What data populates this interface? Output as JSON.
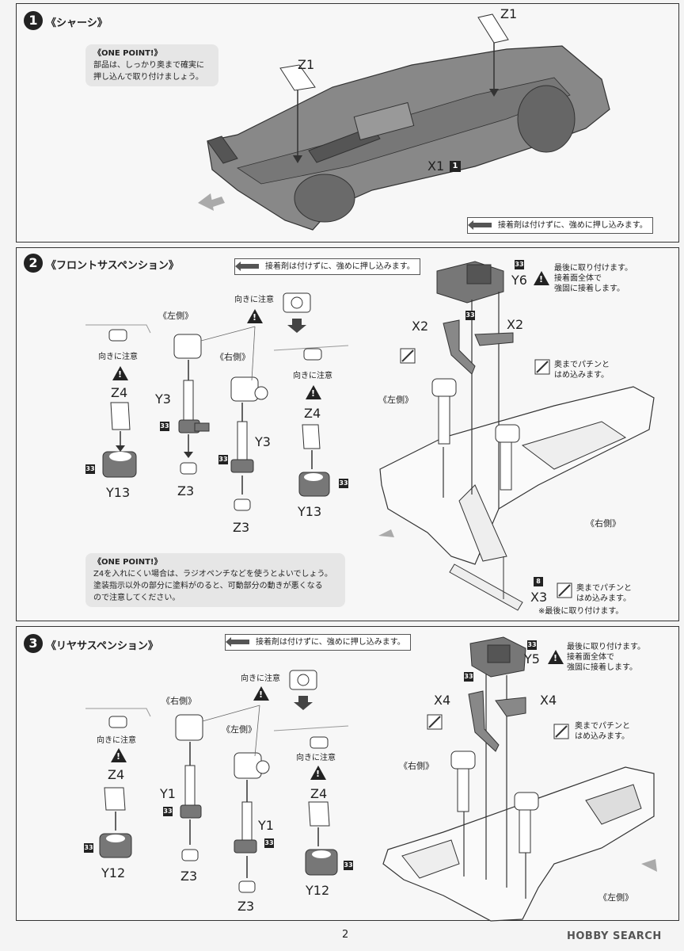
{
  "step1": {
    "num": "1",
    "title": "《シャーシ》",
    "one_point_title": "《ONE POINT!》",
    "one_point_text": [
      "部品は、しっかり奥まで確実に",
      "押し込んで取り付けましょう。"
    ],
    "part_z1_a": "Z1",
    "part_z1_b": "Z1",
    "part_x1": "X1",
    "part_x1_paint": "1",
    "glue_note": "接着剤は付けずに、強めに押し込みます。"
  },
  "step2": {
    "num": "2",
    "title": "《フロントサスペンション》",
    "glue_note": "接着剤は付けずに、強めに押し込みます。",
    "left_side": "《左側》",
    "right_side": "《右側》",
    "right_side2": "《右側》",
    "left_side2": "《左側》",
    "caution_dir": "向きに注意",
    "caution_dir_a": "向きに注意",
    "caution_dir_b": "向きに注意",
    "z4_a": "Z4",
    "z4_b": "Z4",
    "y13_a": "Y13",
    "y13_b": "Y13",
    "y3_a": "Y3",
    "y3_b": "Y3",
    "z3_a": "Z3",
    "z3_b": "Z3",
    "paint33": "33",
    "x2_a": "X2",
    "x2_b": "X2",
    "y6": "Y6",
    "y6_note": [
      "最後に取り付けます。",
      "接着面全体で",
      "強固に接着します。"
    ],
    "snap_note": [
      "奥までパチンと",
      "はめ込みます。"
    ],
    "x3": "X3",
    "x3_paint": "8",
    "x3_note": [
      "奥までパチンと",
      "はめ込みます。"
    ],
    "last_note": "※最後に取り付けます。",
    "one_point_title": "《ONE POINT!》",
    "one_point_text": [
      "Z4を入れにくい場合は、ラジオペンチなどを使うとよいでしょう。",
      "塗装指示以外の部分に塗料がのると、可動部分の動きが悪くなる",
      "ので注意してください。"
    ]
  },
  "step3": {
    "num": "3",
    "title": "《リヤサスペンション》",
    "glue_note": "接着剤は付けずに、強めに押し込みます。",
    "right_side": "《右側》",
    "left_side": "《左側》",
    "right_side2": "《右側》",
    "left_side2": "《左側》",
    "caution_dir": "向きに注意",
    "caution_dir_a": "向きに注意",
    "caution_dir_b": "向きに注意",
    "z4_a": "Z4",
    "z4_b": "Z4",
    "y12_a": "Y12",
    "y12_b": "Y12",
    "y1_a": "Y1",
    "y1_b": "Y1",
    "z3_a": "Z3",
    "z3_b": "Z3",
    "paint33": "33",
    "x4_a": "X4",
    "x4_b": "X4",
    "y5": "Y5",
    "y5_note": [
      "最後に取り付けます。",
      "接着面全体で",
      "強固に接着します。"
    ],
    "snap_note": [
      "奥までパチンと",
      "はめ込みます。"
    ]
  },
  "page_number": "2",
  "watermark": "HOBBY SEARCH"
}
